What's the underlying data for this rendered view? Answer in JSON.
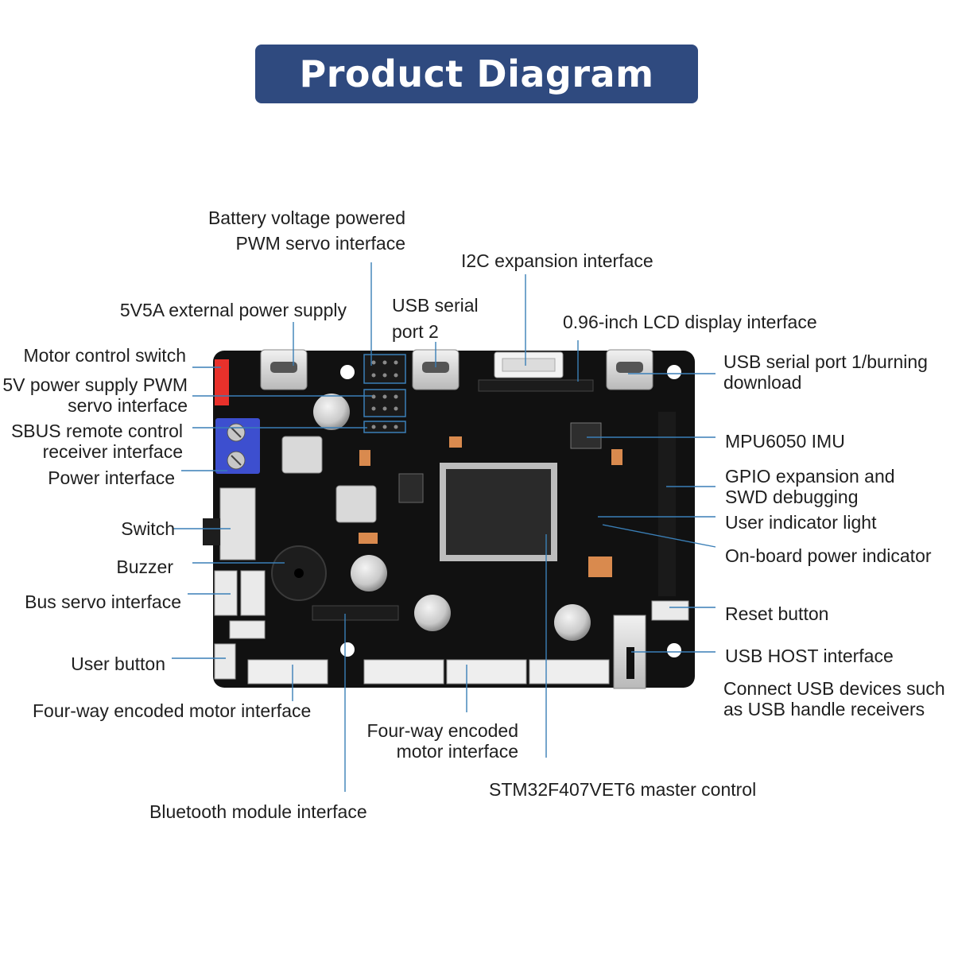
{
  "title": "Product Diagram",
  "colors": {
    "banner": "#2f4a7f",
    "board": "#111111",
    "leader_line": "#3a7fb7",
    "terminal_block": "#3d4fcf",
    "motor_switch": "#e8312b"
  },
  "labels": {
    "battery_pwm": "Battery voltage powered\nPWM servo interface",
    "i2c": "I2C expansion interface",
    "usb2": "USB serial\nport 2",
    "ext_power": "5V5A external power supply",
    "lcd": "0.96-inch LCD display interface",
    "motor_switch": "Motor control switch",
    "usb1": "USB serial port 1/burning\ndownload",
    "pwm_5v": "5V power supply PWM\nservo interface",
    "sbus": "SBUS remote control\nreceiver interface",
    "mpu": "MPU6050 IMU",
    "power_if": "Power interface",
    "gpio": "GPIO expansion and\nSWD debugging",
    "user_light": "User indicator light",
    "switch": "Switch",
    "onboard_power": "On-board power indicator",
    "buzzer": "Buzzer",
    "bus_servo": "Bus servo interface",
    "reset": "Reset button",
    "user_button": "User button",
    "usb_host": "USB HOST interface",
    "usb_host_note": "Connect USB devices such\nas USB handle receivers",
    "motor_left": "Four-way encoded motor interface",
    "motor_mid": "Four-way encoded\nmotor interface",
    "stm32": "STM32F407VET6 master control",
    "bluetooth": "Bluetooth module interface"
  }
}
